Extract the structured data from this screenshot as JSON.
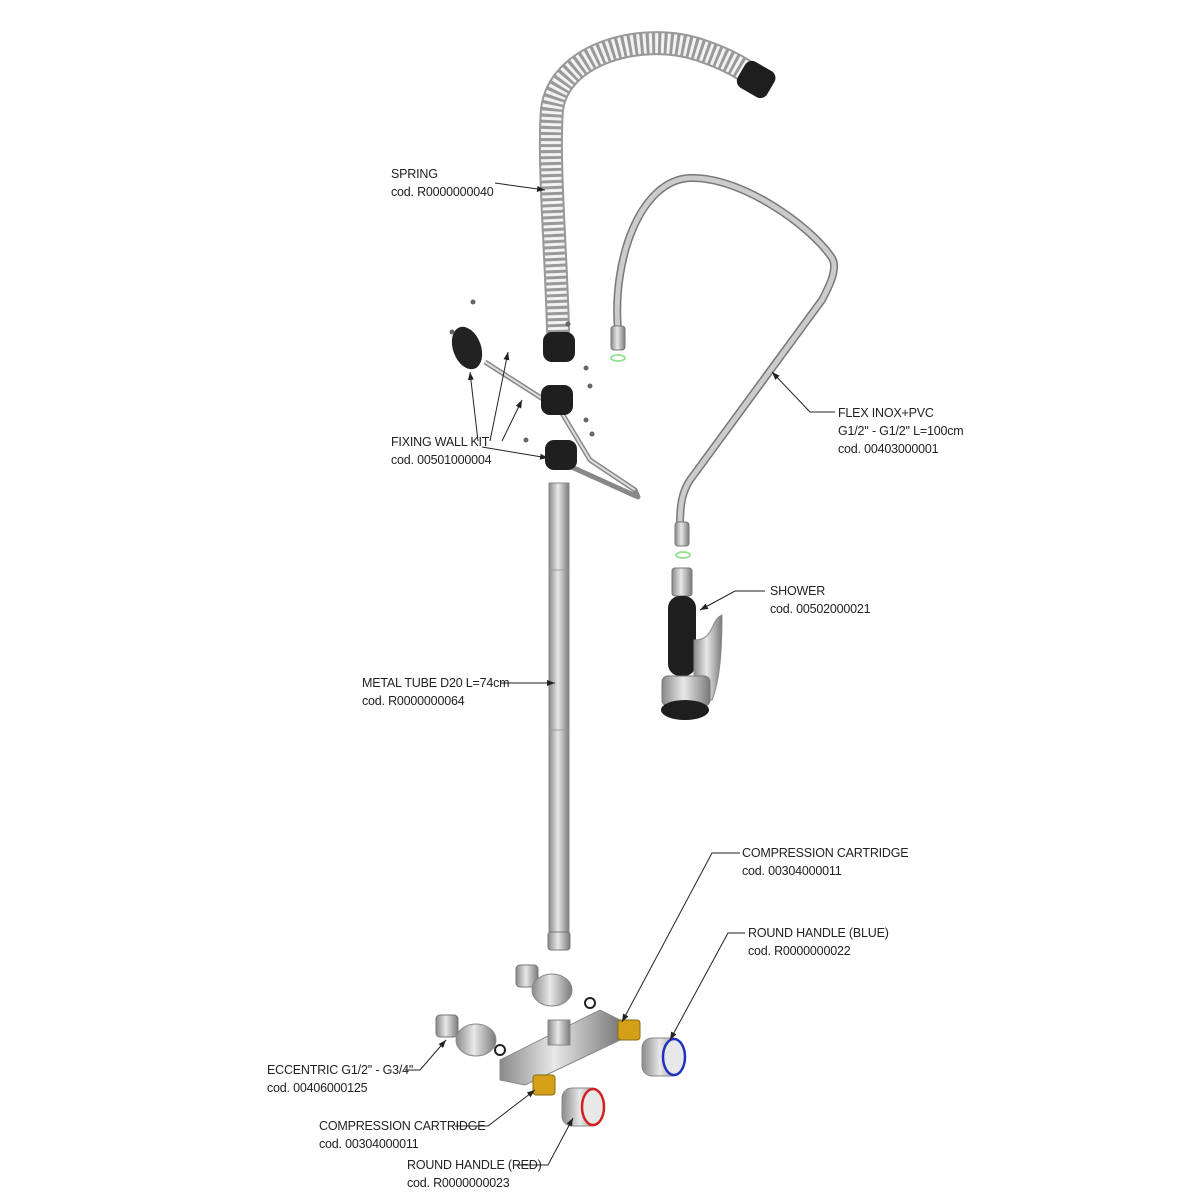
{
  "labels": {
    "spring": {
      "name": "SPRING",
      "code": "cod. R0000000040"
    },
    "fixing_wall_kit": {
      "name": "FIXING WALL KIT",
      "code": "cod. 00501000004"
    },
    "metal_tube": {
      "name": "METAL TUBE D20 L=74cm",
      "code": "cod. R0000000064"
    },
    "flex": {
      "name": "FLEX INOX+PVC",
      "spec": "G1/2'' - G1/2'' L=100cm",
      "code": "cod. 00403000001"
    },
    "shower": {
      "name": "SHOWER",
      "code": "cod. 00502000021"
    },
    "cartridge_top": {
      "name": "COMPRESSION CARTRIDGE",
      "code": "cod. 00304000011"
    },
    "handle_blue": {
      "name": "ROUND HANDLE (BLUE)",
      "code": "cod. R0000000022"
    },
    "eccentric": {
      "name": "ECCENTRIC G1/2'' - G3/4''",
      "code": "cod. 00406000125"
    },
    "cartridge_bottom": {
      "name": "COMPRESSION CARTRIDGE",
      "code": "cod. 00304000011"
    },
    "handle_red": {
      "name": "ROUND HANDLE (RED)",
      "code": "cod. R0000000023"
    }
  },
  "colors": {
    "steel": "#b8b8b8",
    "dark": "#222222",
    "brass": "#d4a017",
    "red": "#d22020",
    "blue": "#2030c0",
    "seal": "#9be29b"
  }
}
